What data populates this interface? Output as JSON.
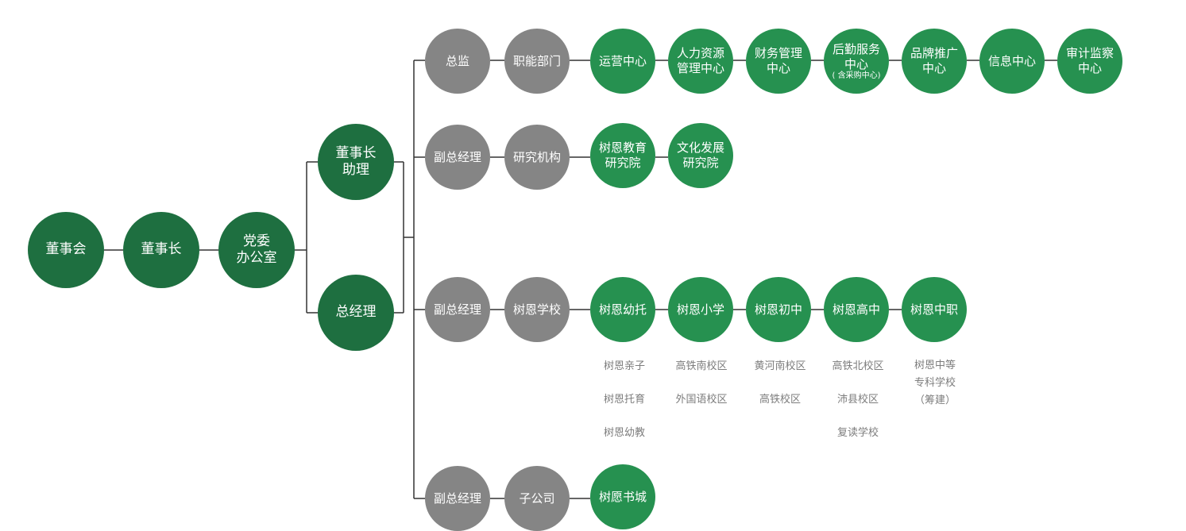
{
  "colors": {
    "dark_green": "#1e6f40",
    "green": "#269150",
    "gray": "#858585",
    "connector": "#333333",
    "sub_text": "#7d7d7d"
  },
  "nodes": {
    "board": "董事会",
    "chairman": "董事长",
    "party_office": [
      "党委",
      "办公室"
    ],
    "chairman_assistant": [
      "董事长",
      "助理"
    ],
    "general_manager": "总经理"
  },
  "branches": [
    {
      "role": "总监",
      "unit": "职能部门",
      "items": [
        {
          "lines": [
            "运营中心"
          ]
        },
        {
          "lines": [
            "人力资源",
            "管理中心"
          ]
        },
        {
          "lines": [
            "财务管理",
            "中心"
          ]
        },
        {
          "lines": [
            "后勤服务",
            "中心"
          ],
          "note": "( 含采购中心)"
        },
        {
          "lines": [
            "品牌推广",
            "中心"
          ]
        },
        {
          "lines": [
            "信息中心"
          ]
        },
        {
          "lines": [
            "审计监察",
            "中心"
          ]
        }
      ]
    },
    {
      "role": "副总经理",
      "unit": "研究机构",
      "items": [
        {
          "lines": [
            "树恩教育",
            "研究院"
          ]
        },
        {
          "lines": [
            "文化发展",
            "研究院"
          ]
        }
      ]
    },
    {
      "role": "副总经理",
      "unit": "树恩学校",
      "items": [
        {
          "lines": [
            "树恩幼托"
          ],
          "sub": [
            "树恩亲子",
            "树恩托育",
            "树恩幼教"
          ]
        },
        {
          "lines": [
            "树恩小学"
          ],
          "sub": [
            "高铁南校区",
            "外国语校区"
          ]
        },
        {
          "lines": [
            "树恩初中"
          ],
          "sub": [
            "黄河南校区",
            "高铁校区"
          ]
        },
        {
          "lines": [
            "树恩高中"
          ],
          "sub": [
            "高铁北校区",
            "沛县校区",
            "复读学校"
          ]
        },
        {
          "lines": [
            "树恩中职"
          ],
          "sub_block": [
            "树恩中等",
            "专科学校",
            "（筹建）"
          ]
        }
      ]
    },
    {
      "role": "副总经理",
      "unit": "子公司",
      "items": [
        {
          "lines": [
            "树愿书城"
          ]
        }
      ]
    }
  ]
}
